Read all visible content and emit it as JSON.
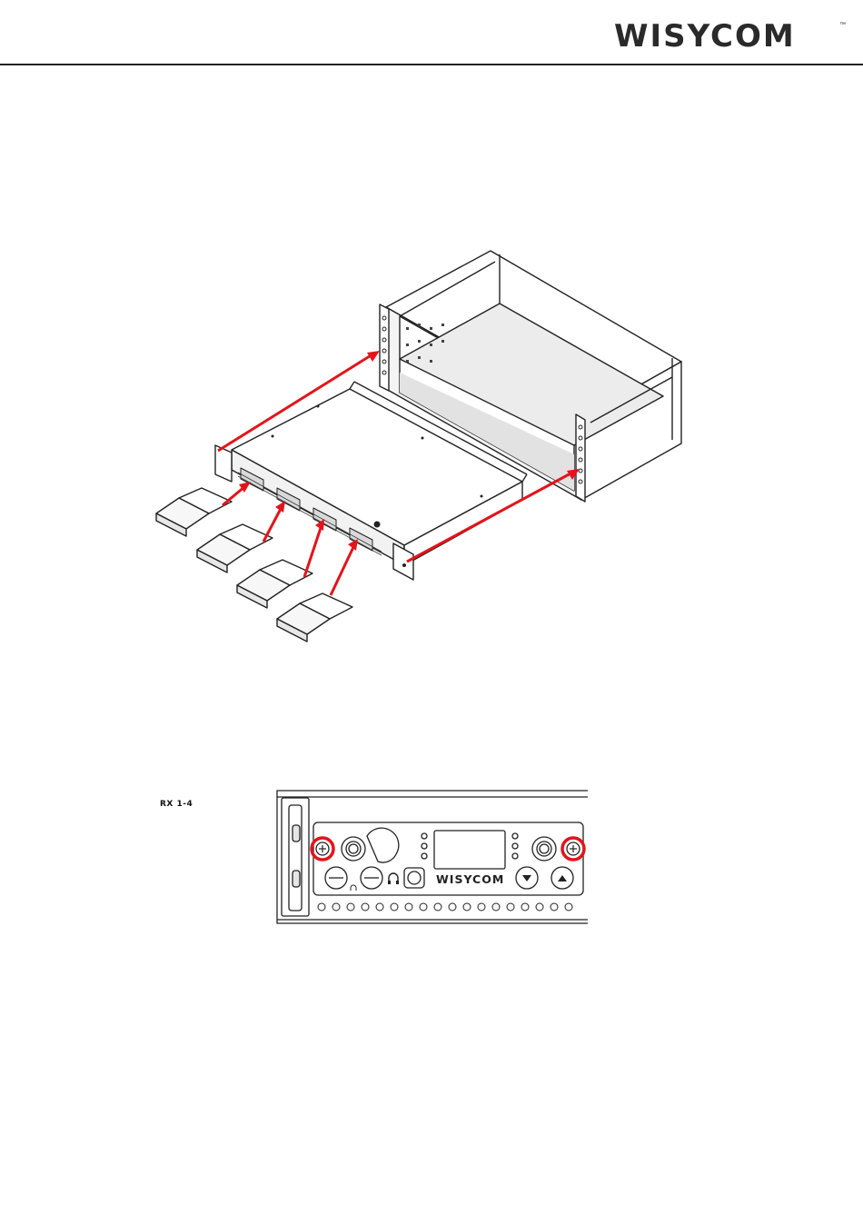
{
  "header": {
    "logo_text": "WISYCOM",
    "trademark": "™"
  },
  "figure_panel": {
    "title": "RX 1-4",
    "brand": "WISYCOM"
  },
  "colors": {
    "arrow": "#e3141b",
    "line": "#222222",
    "highlight_ring": "#e3141b"
  },
  "icons": [
    "headphones-icon",
    "down-arrow-icon",
    "up-arrow-icon",
    "screw-icon"
  ]
}
